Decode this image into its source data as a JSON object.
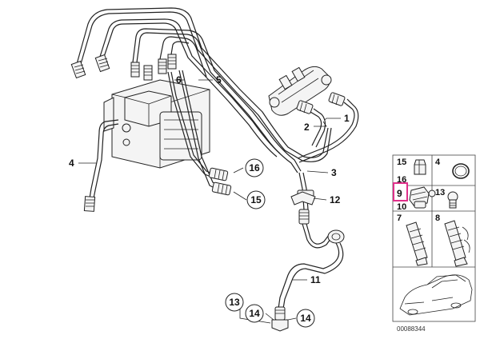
{
  "labels": {
    "l1": "1",
    "l2": "2",
    "l3": "3",
    "l4": "4",
    "l5": "5",
    "l6": "6",
    "l11": "11",
    "l12": "12",
    "l13": "13",
    "l14a": "14",
    "l14b": "14",
    "l15": "15",
    "l16": "16"
  },
  "parts_panel": {
    "p15": "15",
    "p16": "16",
    "p9": "9",
    "p4": "4",
    "p10": "10",
    "p13": "13",
    "p7": "7",
    "p8": "8"
  },
  "reference_number": "00088344",
  "colors": {
    "highlight": "#e0308a",
    "line": "#222222"
  }
}
